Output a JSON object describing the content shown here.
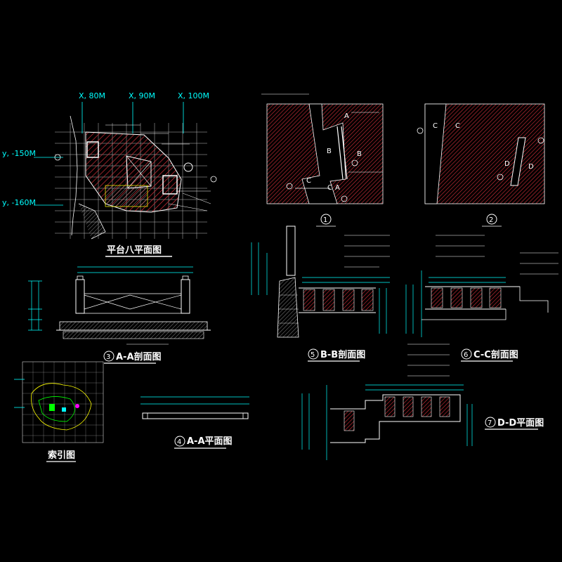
{
  "coords": {
    "x1": "X, 80M",
    "x2": "X, 90M",
    "x3": "X, 100M",
    "y1": "y, -150M",
    "y2": "y, -160M"
  },
  "titles": {
    "plan_eight": "平台八平面图",
    "section_aa": "A-A剖面图",
    "plan_aa": "A-A平面图",
    "index": "索引图",
    "section_bb": "B-B剖面图",
    "section_cc": "C-C剖面图",
    "plan_dd": "D-D平面图"
  },
  "numbers": {
    "n1": "1",
    "n2": "2",
    "n3": "3",
    "n4": "4",
    "n5": "5",
    "n6": "6",
    "n7": "7"
  },
  "section_marks": {
    "a": "A",
    "b": "B",
    "c": "C",
    "d": "D"
  },
  "colors": {
    "background": "#000000",
    "dimension": "#00ffff",
    "hatch": "#d9303a",
    "linework": "#ffffff",
    "grid": "#ffffff"
  }
}
